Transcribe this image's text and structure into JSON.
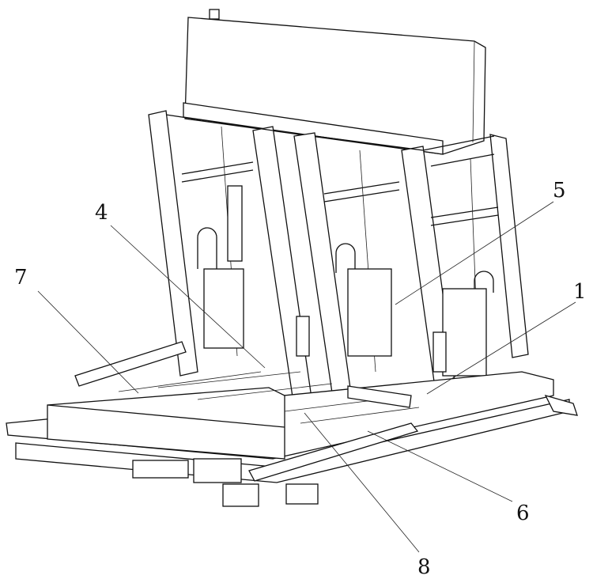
{
  "figure": {
    "labels": [
      {
        "id": "label-1",
        "text": "1"
      },
      {
        "id": "label-4",
        "text": "4"
      },
      {
        "id": "label-5",
        "text": "5"
      },
      {
        "id": "label-6",
        "text": "6"
      },
      {
        "id": "label-7",
        "text": "7"
      },
      {
        "id": "label-8",
        "text": "8"
      }
    ]
  }
}
